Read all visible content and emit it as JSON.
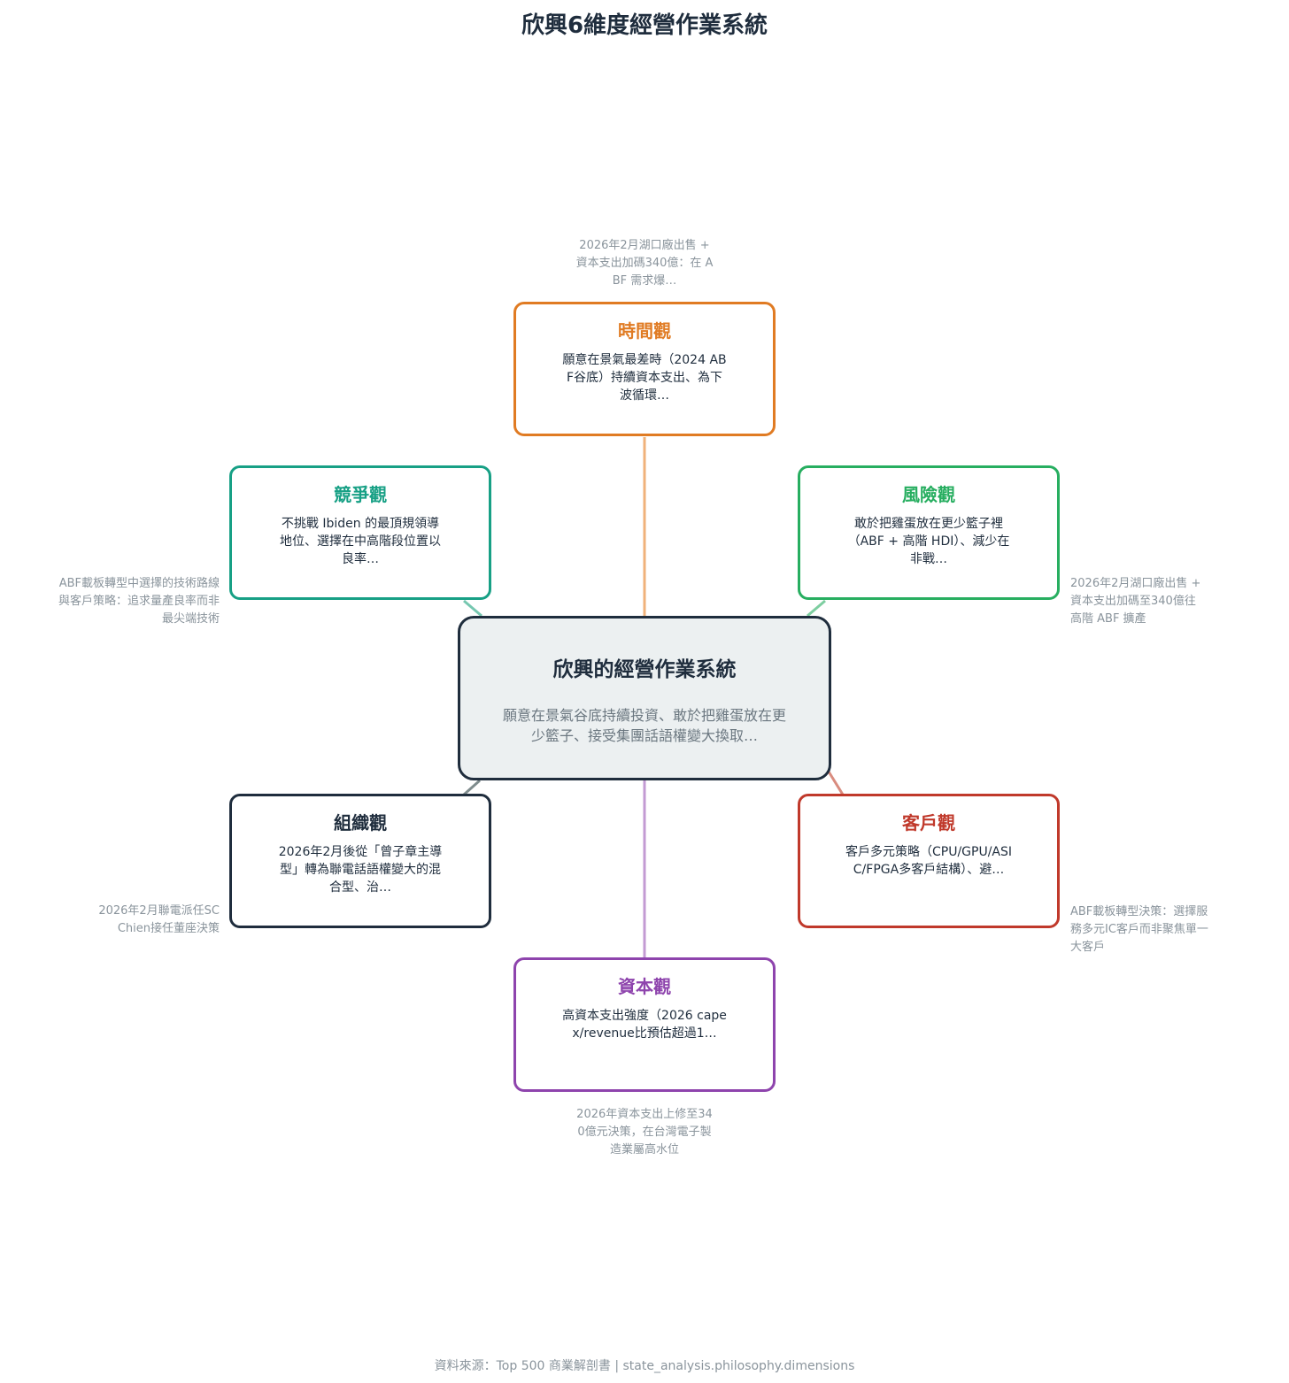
{
  "title": "欣興6維度經營作業系統",
  "center": {
    "title": "欣興的經營作業系統",
    "desc": "願意在景氣谷底持續投資、敢於把雞蛋放在更少籃子、接受集團話語權變大換取…"
  },
  "nodes": {
    "time": {
      "title": "時間觀",
      "color": "#e07b23",
      "desc": "願意在景氣最差時（2024 ABF谷底）持續資本支出、為下波循環…",
      "note": "2026年2月湖口廠出售 + 資本支出加碼340億：在 ABF 需求爆…"
    },
    "competition": {
      "title": "競爭觀",
      "color": "#17a085",
      "desc": "不挑戰 Ibiden 的最頂規領導地位、選擇在中高階段位置以良率…",
      "note": "ABF載板轉型中選擇的技術路線與客戶策略：追求量產良率而非最尖端技術"
    },
    "risk": {
      "title": "風險觀",
      "color": "#27ae60",
      "desc": "敢於把雞蛋放在更少籃子裡（ABF + 高階 HDI）、減少在非戰…",
      "note": "2026年2月湖口廠出售 + 資本支出加碼至340億往高階 ABF 擴產"
    },
    "organization": {
      "title": "組織觀",
      "color": "#1f2d3d",
      "desc": "2026年2月後從「曾子章主導型」轉為聯電話語權變大的混合型、治…",
      "note": "2026年2月聯電派任SC Chien接任董座決策"
    },
    "customer": {
      "title": "客戶觀",
      "color": "#c0392b",
      "desc": "客戶多元策略（CPU/GPU/ASIC/FPGA多客戶結構）、避…",
      "note": "ABF載板轉型決策：選擇服務多元IC客戶而非聚焦單一大客戶"
    },
    "capital": {
      "title": "資本觀",
      "color": "#8e44ad",
      "desc": "高資本支出強度（2026 capex/revenue比預估超過1…",
      "note": "2026年資本支出上修至340億元決策，在台灣電子製造業屬高水位"
    }
  },
  "connector_colors": {
    "time": "#f0b27a",
    "competition": "#76c7b0",
    "risk": "#7dcea0",
    "organization": "#7f8c8d",
    "customer": "#d98c7f",
    "capital": "#c39bd3"
  },
  "footer": "資料來源：Top 500 商業解剖書 | state_analysis.philosophy.dimensions"
}
